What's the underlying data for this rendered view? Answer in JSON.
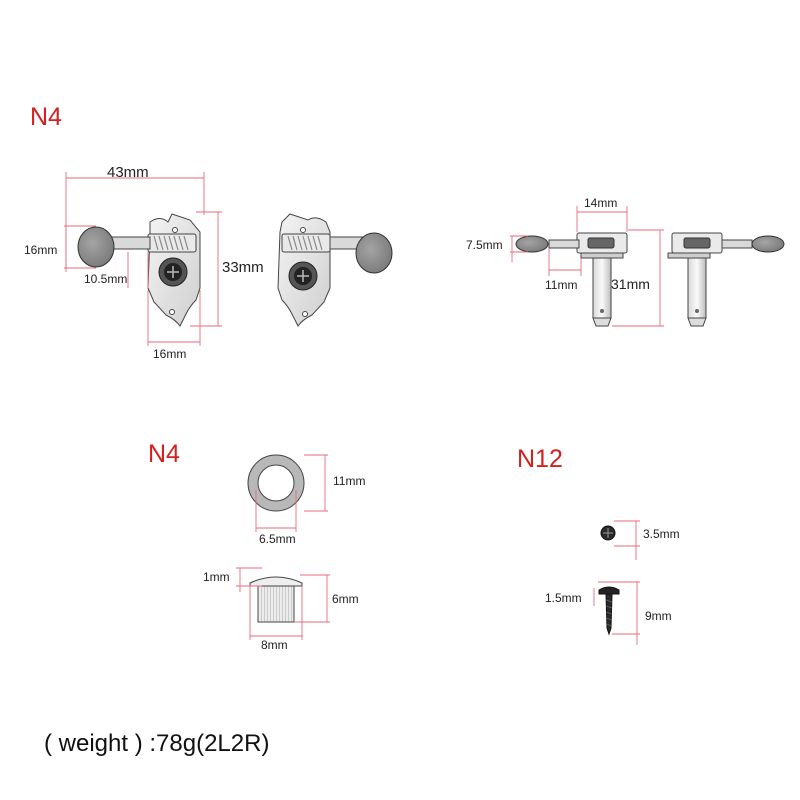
{
  "sections": {
    "tuners_qty": "N4",
    "bushings_qty": "N4",
    "screws_qty": "N12"
  },
  "dimensions": {
    "tuner_width": "43mm",
    "knob_height": "16mm",
    "shaft_length": "10.5mm",
    "plate_height": "33mm",
    "plate_width": "16mm",
    "side_gear_width": "14mm",
    "side_knob_height": "7.5mm",
    "side_shaft": "11mm",
    "post_length": "31mm",
    "washer_outer": "11mm",
    "washer_inner": "6.5mm",
    "bushing_lip": "1mm",
    "bushing_height": "6mm",
    "bushing_diameter": "8mm",
    "screw_head": "3.5mm",
    "screw_shank": "1.5mm",
    "screw_length": "9mm"
  },
  "weight_text": "( weight ) :78g(2L2R)",
  "colors": {
    "title": "#d61f1f",
    "dimension_line": "#e76a7a",
    "metal": "#dcdcdc",
    "knob": "#8a8a8a"
  }
}
